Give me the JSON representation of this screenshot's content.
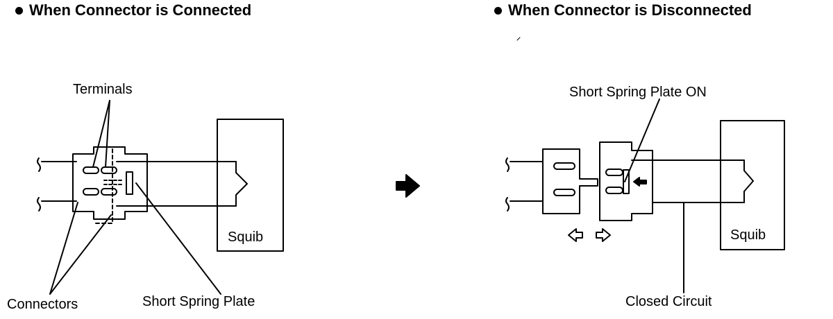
{
  "left": {
    "heading": "When Connector is Connected",
    "terminals_label": "Terminals",
    "connectors_label": "Connectors",
    "short_spring_plate_label": "Short Spring Plate",
    "squib_label": "Squib"
  },
  "right": {
    "heading": "When Connector is Disconnected",
    "short_spring_plate_on_label": "Short Spring Plate ON",
    "closed_circuit_label": "Closed Circuit",
    "squib_label": "Squib"
  }
}
